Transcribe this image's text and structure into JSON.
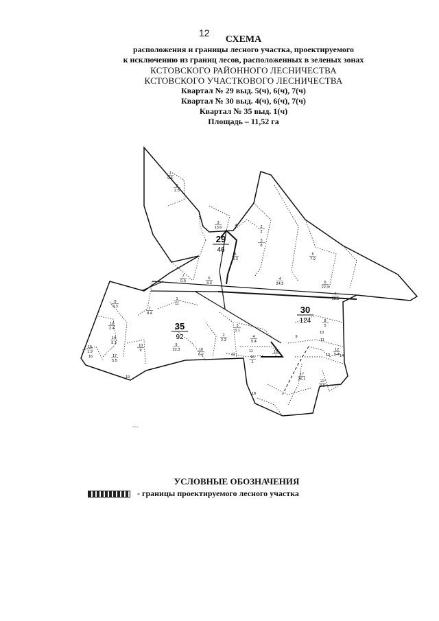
{
  "page_number": "12",
  "header": {
    "title": "СХЕМА",
    "line1": "расположения и границы лесного участка, проектируемого",
    "line2": "к исключению из границ лесов, расположенных в зеленых зонах",
    "line3": "КСТОВСКОГО РАЙОННОГО ЛЕСНИЧЕСТВА",
    "line4": "КСТОВСКОГО УЧАСТКОВОГО ЛЕСНИЧЕСТВА",
    "line5": "Квартал № 29 выд. 5(ч), 6(ч), 7(ч)",
    "line6": "Квартал № 30 выд. 4(ч), 6(ч), 7(ч)",
    "line7": "Квартал № 35 выд. 1(ч)",
    "line8": "Площадь – 11,52 га"
  },
  "quarters": [
    {
      "num": "29",
      "area": "46"
    },
    {
      "num": "35",
      "area": "92"
    },
    {
      "num": "30",
      "area": "124"
    }
  ],
  "plots": [
    {
      "n": "1",
      "a": "9.6"
    },
    {
      "n": "2",
      "a": "2.5"
    },
    {
      "n": "3",
      "a": "13.6"
    },
    {
      "n": "4",
      "a": ""
    },
    {
      "n": "2",
      "a": "2"
    },
    {
      "n": "3",
      "a": "8"
    },
    {
      "n": "5",
      "a": "3.3"
    },
    {
      "n": "5",
      "a": "7.9"
    },
    {
      "n": "7",
      "a": "0.9"
    },
    {
      "n": "6",
      "a": "3.3"
    },
    {
      "n": "4",
      "a": "24.2"
    },
    {
      "n": "6",
      "a": "22.3"
    },
    {
      "n": "7",
      "a": "10.1"
    },
    {
      "n": "8",
      "a": "9.3"
    },
    {
      "n": "7",
      "a": "8.4"
    },
    {
      "n": "1",
      "a": "11"
    },
    {
      "n": "12",
      "a": "2.4"
    },
    {
      "n": "14",
      "a": "3.1"
    },
    {
      "n": "15",
      "a": "1.9"
    },
    {
      "n": "16",
      "a": ""
    },
    {
      "n": "17",
      "a": "5.5"
    },
    {
      "n": "10",
      "a": "9"
    },
    {
      "n": "9",
      "a": "22.3"
    },
    {
      "n": "2",
      "a": "2.3"
    },
    {
      "n": "3",
      "a": "3.1"
    },
    {
      "n": "4",
      "a": "5.4"
    },
    {
      "n": "10",
      "a": "6.2"
    },
    {
      "n": "11",
      "a": ""
    },
    {
      "n": "12",
      "a": ""
    },
    {
      "n": "16",
      "a": "1"
    },
    {
      "n": "19",
      "a": ""
    },
    {
      "n": "8",
      "a": "5"
    },
    {
      "n": "10",
      "a": ""
    },
    {
      "n": "9",
      "a": ""
    },
    {
      "n": "11",
      "a": ""
    },
    {
      "n": "12",
      "a": "5.4"
    },
    {
      "n": "13",
      "a": ""
    },
    {
      "n": "14",
      "a": ""
    },
    {
      "n": "17",
      "a": "26.1"
    },
    {
      "n": "22",
      "a": "3.5"
    },
    {
      "n": "18",
      "a": ""
    },
    {
      "n": "16",
      "a": "1"
    }
  ],
  "stray_mark": "~~~",
  "legend": {
    "title": "УСЛОВНЫЕ ОБОЗНАЧЕНИЯ",
    "item_text": "- границы проектируемого лесного участка"
  }
}
